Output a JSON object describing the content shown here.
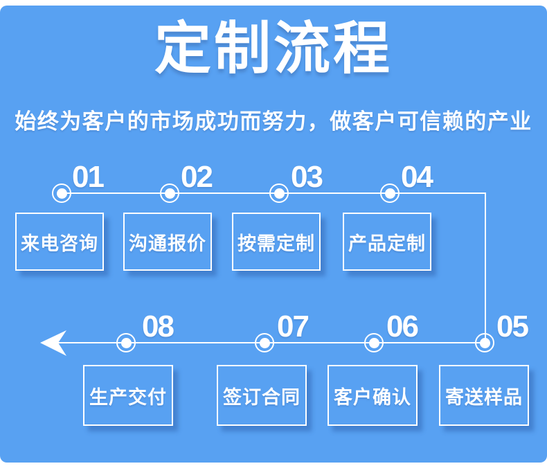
{
  "colors": {
    "panel_blue": "#58a1f2",
    "text_white": "#ffffff",
    "box_shadow_blue": "rgba(43,92,166,0.45)"
  },
  "header": {
    "title": "定制流程",
    "subtitle": "始终为客户的市场成功而努力，做客户可信赖的产业"
  },
  "flow": {
    "top_row": {
      "steps": [
        {
          "number": "01",
          "label": "来电咨询"
        },
        {
          "number": "02",
          "label": "沟通报价"
        },
        {
          "number": "03",
          "label": "按需定制"
        },
        {
          "number": "04",
          "label": "产品定制"
        }
      ]
    },
    "bottom_row": {
      "arrow_icon": "left-arrow-icon",
      "steps": [
        {
          "number": "08",
          "label": "生产交付"
        },
        {
          "number": "07",
          "label": "签订合同"
        },
        {
          "number": "06",
          "label": "客户确认"
        },
        {
          "number": "05",
          "label": "寄送样品"
        }
      ]
    }
  }
}
